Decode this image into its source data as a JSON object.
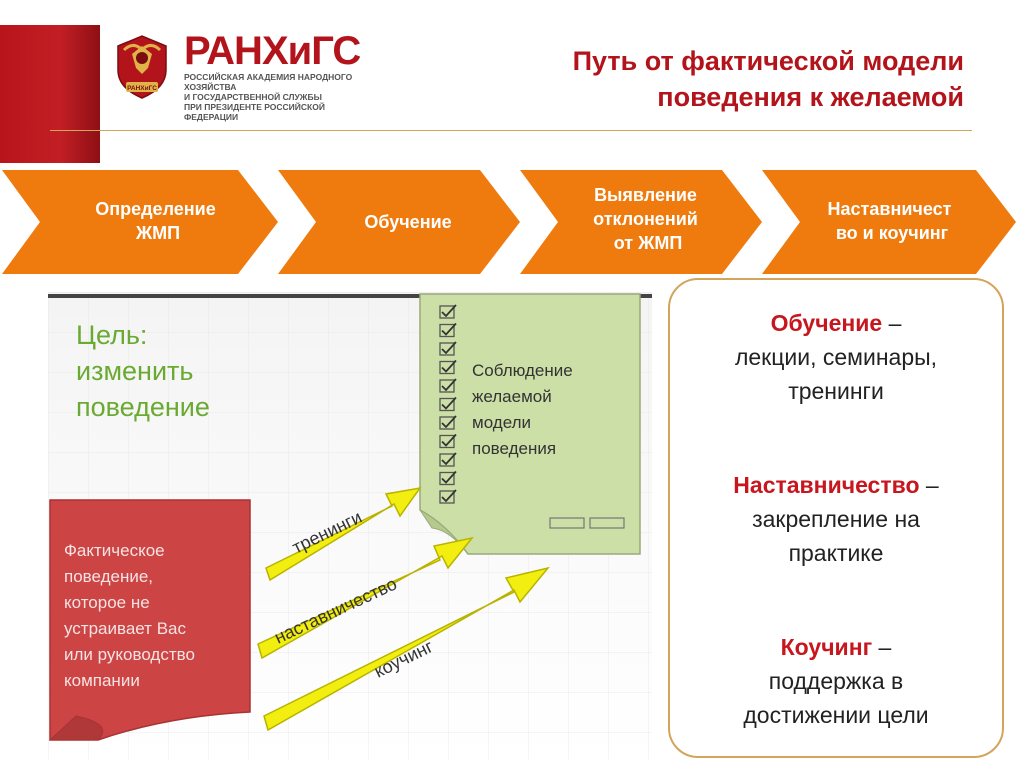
{
  "header": {
    "logo_name": "РАНХиГС",
    "logo_subtitle": [
      "Российская академия народного хозяйства",
      "и государственной службы",
      "при Президенте Российской Федерации"
    ],
    "logo_seal_text": "РАНХиГС",
    "title_line1": "Путь от фактической модели",
    "title_line2": "поведения к желаемой"
  },
  "steps": [
    {
      "lines": [
        "Определение",
        "ЖМП"
      ]
    },
    {
      "lines": [
        "Обучение"
      ]
    },
    {
      "lines": [
        "Выявление",
        "отклонений",
        "от ЖМП"
      ]
    },
    {
      "lines": [
        "Наставничест",
        "во и коучинг"
      ]
    }
  ],
  "illustration": {
    "goal_lines": [
      "Цель:",
      "изменить",
      "поведение"
    ],
    "actual_lines": [
      "Фактическое",
      "поведение,",
      "которое не",
      "устраивает Вас",
      "или руководство",
      "компании"
    ],
    "desired_lines": [
      "Соблюдение",
      "желаемой",
      "модели",
      "поведения"
    ],
    "arrows": [
      "тренинги",
      "наставничество",
      "коучинг"
    ],
    "checkbox_count": 11
  },
  "info": [
    {
      "term": "Обучение",
      "dash": " –",
      "lines": [
        "лекции, семинары,",
        "тренинги"
      ]
    },
    {
      "term": "Наставничество",
      "dash": " –",
      "lines": [
        "закрепление на",
        "практике"
      ]
    },
    {
      "term": "Коучинг",
      "dash": " –",
      "lines": [
        "поддержка в",
        "достижении цели"
      ]
    }
  ],
  "colors": {
    "brand_red": "#b3141b",
    "step_orange": "#ef7b0e",
    "accent_gold": "#d3a55a",
    "note_red": "#cc4444",
    "note_green": "#ccdfa6",
    "arrow_yellow": "#f2ee10",
    "goal_green": "#6aaa32"
  }
}
